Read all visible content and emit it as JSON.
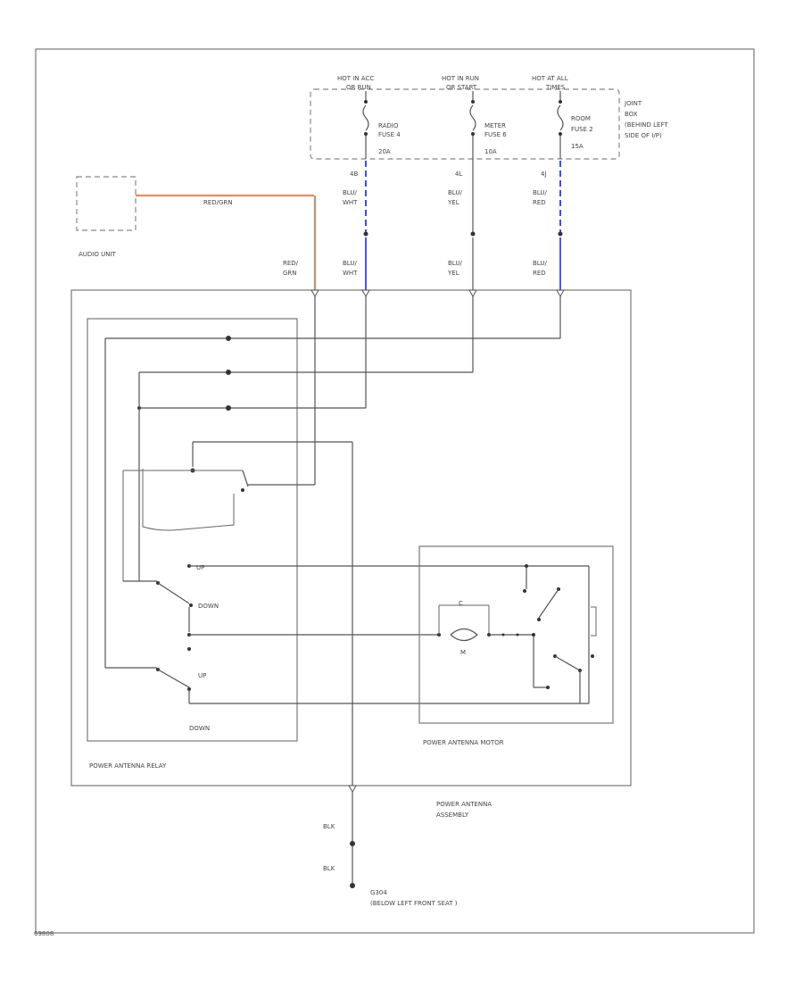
{
  "fuse_block": {
    "feeds": [
      {
        "hot": "HOT IN ACC",
        "hot2": "OR RUN",
        "fuse": "RADIO",
        "fuse2": "FUSE 4",
        "amps": "20A"
      },
      {
        "hot": "HOT IN RUN",
        "hot2": "OR START",
        "fuse": "METER",
        "fuse2": "FUSE 6",
        "amps": "10A"
      },
      {
        "hot": "HOT AT ALL",
        "hot2": "TIMES",
        "fuse": "ROOM",
        "fuse2": "FUSE 2",
        "amps": "15A"
      }
    ],
    "location": [
      "JOINT",
      "BOX",
      "(BEHIND LEFT",
      "SIDE OF I/P)"
    ]
  },
  "connectors": {
    "top_ids": [
      "4B",
      "4L",
      "4J"
    ],
    "upper_wire_labels": [
      [
        "BLU/",
        "WHT"
      ],
      [
        "BLU/",
        "YEL"
      ],
      [
        "BLU/",
        "RED"
      ]
    ],
    "lower_wire_labels": [
      [
        "RED/",
        "GRN"
      ],
      [
        "BLU/",
        "WHT"
      ],
      [
        "BLU/",
        "YEL"
      ],
      [
        "BLU/",
        "RED"
      ]
    ]
  },
  "audio_unit": {
    "label": "AUDIO UNIT",
    "wire": "RED/GRN"
  },
  "relay": {
    "label": "POWER ANTENNA RELAY",
    "up_label": "UP",
    "down_label": "DOWN",
    "up_switch": "UP",
    "bottom_label": "DOWN"
  },
  "motor": {
    "label": "POWER ANTENNA MOTOR",
    "symbol": "M"
  },
  "assembly": {
    "label1": "POWER ANTENNA",
    "label2": "ASSEMBLY"
  },
  "ground": {
    "wire1": "BLK",
    "wire2": "BLK",
    "id": "G304",
    "location": "(BELOW LEFT FRONT SEAT )"
  },
  "figure_code": "69808"
}
